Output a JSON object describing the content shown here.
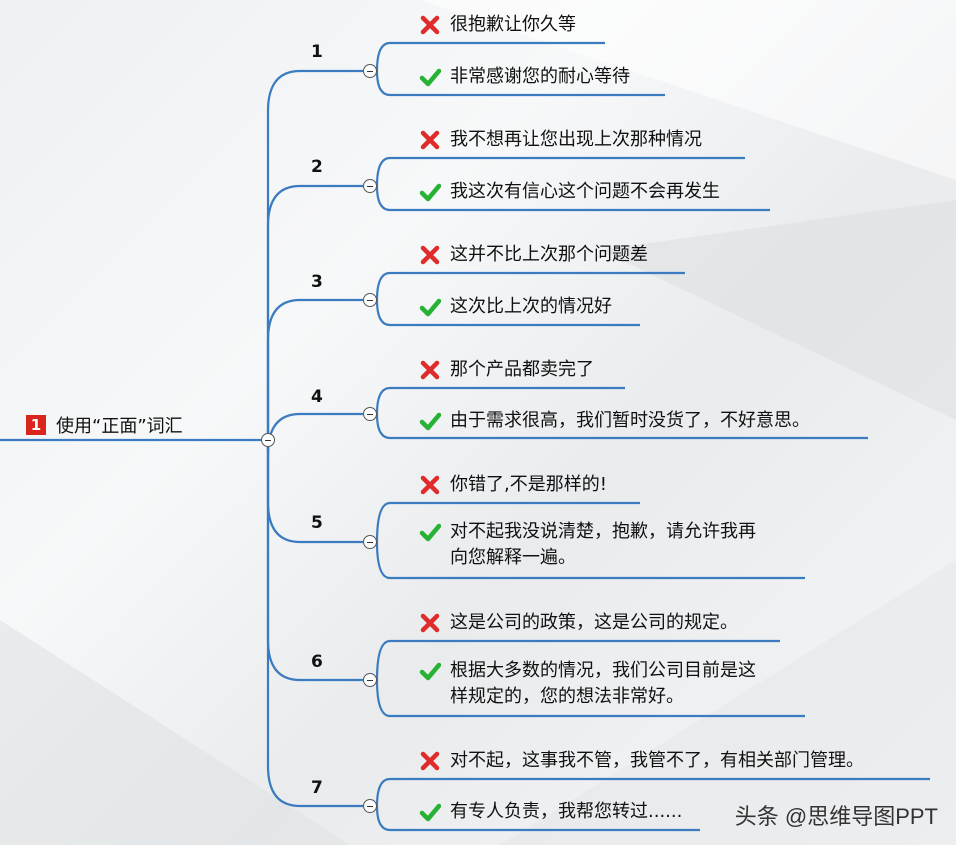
{
  "root": {
    "badge": "1",
    "label": "使用“正面”词汇"
  },
  "branches": [
    {
      "num": "1",
      "wrong": "很抱歉让你久等",
      "right": "非常感谢您的耐心等待"
    },
    {
      "num": "2",
      "wrong": "我不想再让您出现上次那种情况",
      "right": "我这次有信心这个问题不会再发生"
    },
    {
      "num": "3",
      "wrong": "这并不比上次那个问题差",
      "right": "这次比上次的情况好"
    },
    {
      "num": "4",
      "wrong": "那个产品都卖完了",
      "right": "由于需求很高，我们暂时没货了，不好意思。"
    },
    {
      "num": "5",
      "wrong": "你错了,不是那样的!",
      "right": "对不起我没说清楚，抱歉，请允许我再\n向您解释一遍。"
    },
    {
      "num": "6",
      "wrong": "这是公司的政策，这是公司的规定。",
      "right": "根据大多数的情况，我们公司目前是这\n样规定的，您的想法非常好。"
    },
    {
      "num": "7",
      "wrong": "对不起，这事我不管，我管不了，有相关部门管理。",
      "right": "有专人负责，我帮您转过......"
    }
  ],
  "watermark": "头条 @思维导图PPT",
  "colors": {
    "line": "#3b7bbf",
    "wrong": "#e02b2b",
    "right": "#27b235",
    "badge": "#d9251c"
  },
  "icons": {
    "wrong": "cross-icon",
    "right": "check-icon",
    "toggle": "collapse-toggle-icon"
  }
}
